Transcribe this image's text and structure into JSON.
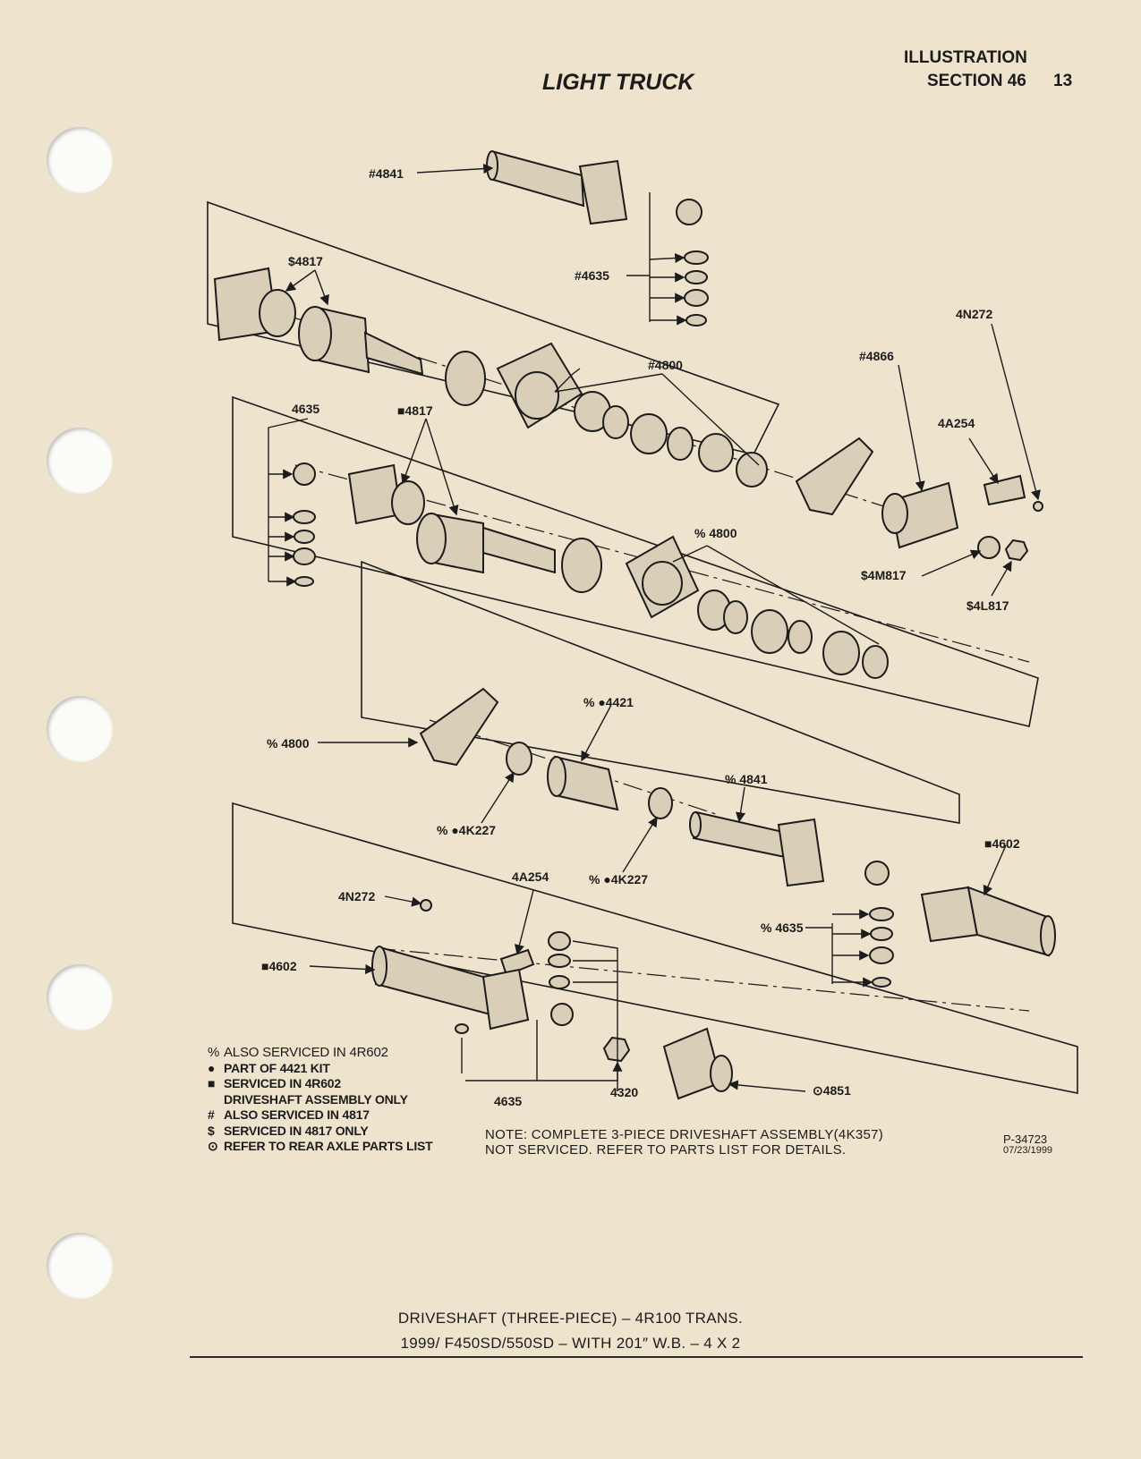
{
  "header": {
    "center_title": "LIGHT TRUCK",
    "right_line1": "ILLUSTRATION",
    "right_line2": "SECTION 46",
    "page_number": "13"
  },
  "callouts": {
    "c1": "#4841",
    "c2": "$4817",
    "c3": "#4635",
    "c4": "4N272",
    "c5": "#4866",
    "c6": "#4800",
    "c7": "4635",
    "c8": "■4817",
    "c9": "4A254",
    "c10": "% 4800",
    "c11": "$4M817",
    "c12": "$4L817",
    "c13": "% ●4421",
    "c14": "% 4800",
    "c15": "% 4841",
    "c16": "% ●4K227",
    "c17": "% ●4K227",
    "c18": "■4602",
    "c19": "4A254",
    "c20": "4N272",
    "c21": "% 4635",
    "c22": "■4602",
    "c23": "4635",
    "c24": "4320",
    "c25": "⊙4851"
  },
  "legend": [
    {
      "symbol": "%",
      "text": "ALSO SERVICED IN 4R602"
    },
    {
      "symbol": "●",
      "text": "PART OF 4421 KIT"
    },
    {
      "symbol": "■",
      "text": "SERVICED IN 4R602"
    },
    {
      "symbol": "",
      "text": "DRIVESHAFT ASSEMBLY ONLY"
    },
    {
      "symbol": "#",
      "text": "ALSO SERVICED IN 4817"
    },
    {
      "symbol": "$",
      "text": "SERVICED IN 4817 ONLY"
    },
    {
      "symbol": "⊙",
      "text": "REFER TO REAR AXLE PARTS LIST"
    }
  ],
  "note": {
    "line1": "NOTE: COMPLETE 3-PIECE DRIVESHAFT ASSEMBLY(4K357)",
    "line2": "NOT SERVICED.  REFER TO PARTS LIST FOR DETAILS."
  },
  "plate": {
    "number": "P-34723",
    "date": "07/23/1999"
  },
  "footer": {
    "title1": "DRIVESHAFT (THREE-PIECE) – 4R100 TRANS.",
    "title2": "1999/ F450SD/550SD – WITH 201″ W.B. – 4 X 2"
  },
  "colors": {
    "paper": "#eee3cc",
    "ink": "#1c1c1c",
    "part_fill": "#d9cfb8"
  }
}
